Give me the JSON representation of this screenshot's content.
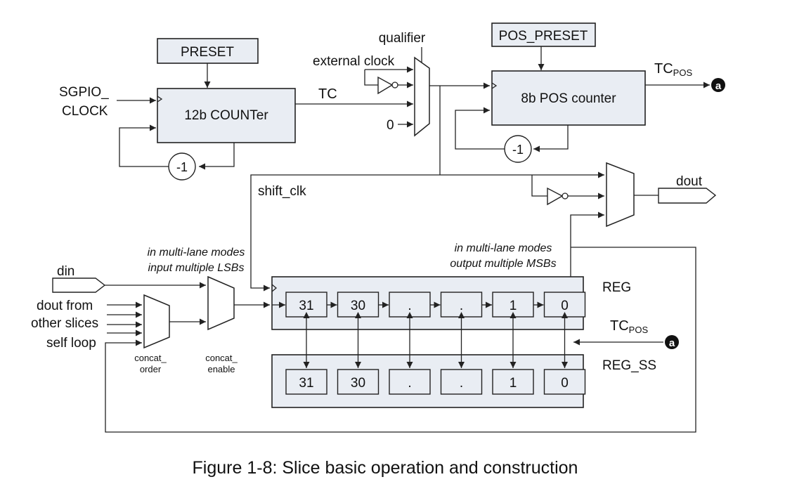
{
  "blocks": {
    "preset": "PRESET",
    "counter12": "12b COUNTer",
    "pos_preset": "POS_PRESET",
    "pos_counter": "8b POS counter",
    "reg": "REG",
    "reg_ss": "REG_SS"
  },
  "signals": {
    "sgpio_clock_1": "SGPIO_",
    "sgpio_clock_2": "CLOCK",
    "tc": "TC",
    "qualifier": "qualifier",
    "external_clock": "external clock",
    "zero_input": "0",
    "tc_pos_main": "TC",
    "tc_pos_sub": "POS",
    "decrement": "-1",
    "connector": "a",
    "shift_clk": "shift_clk",
    "dout": "dout",
    "din": "din",
    "dout_from": "dout from",
    "other_slices": "other slices",
    "self_loop": "self loop"
  },
  "annotations": {
    "input_1": "in multi-lane modes",
    "input_2": "input multiple LSBs",
    "output_1": "in multi-lane modes",
    "output_2": "output multiple MSBs"
  },
  "mux_labels": {
    "concat_order_1": "concat_",
    "concat_order_2": "order",
    "concat_enable_1": "concat_",
    "concat_enable_2": "enable"
  },
  "register_cells": [
    "31",
    "30",
    ".",
    ".",
    "1",
    "0"
  ],
  "caption": "Figure 1-8: Slice basic operation and construction"
}
